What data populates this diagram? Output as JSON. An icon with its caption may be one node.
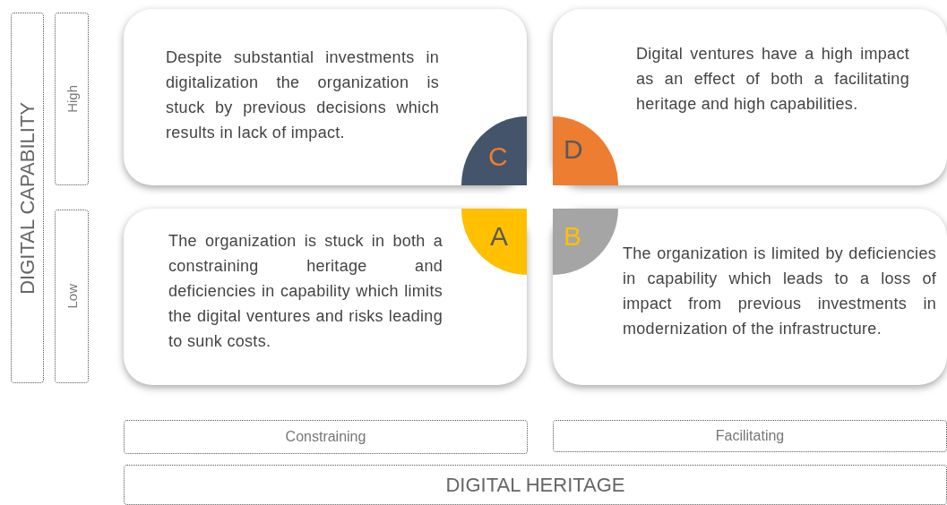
{
  "diagram": {
    "nodes": [
      {
        "text": [
          "DIGITAL CAPABILITY"
        ]
      },
      {
        "text": [
          "High"
        ]
      },
      {
        "text": [
          "Low"
        ]
      },
      {
        "text": [
          "Despite substantial investments in digitalization the organization is stuck by previous decisions which results in lack of impact."
        ]
      },
      {
        "text": [
          "C"
        ],
        "in": 3
      },
      {
        "text": [
          "Digital ventures have a high impact as an effect of both a facilitating heritage and high capabilities."
        ]
      },
      {
        "text": [
          "D"
        ],
        "in": 5
      },
      {
        "text": [
          "The organization is stuck in both a constraining heritage and deficiencies in capability which limits the digital ventures and risks leading to sunk costs."
        ]
      },
      {
        "text": [
          "A"
        ],
        "in": 7
      },
      {
        "text": [
          "The organization is limited by deficiencies in capability which leads to a loss of impact from previous investments in modernization of the infrastructure."
        ]
      },
      {
        "text": [
          "B"
        ],
        "in": 9
      },
      {
        "text": [
          "Constraining"
        ]
      },
      {
        "text": [
          "Facilitating"
        ]
      },
      {
        "text": [
          "DIGITAL HERITAGE"
        ]
      }
    ],
    "edges": []
  }
}
